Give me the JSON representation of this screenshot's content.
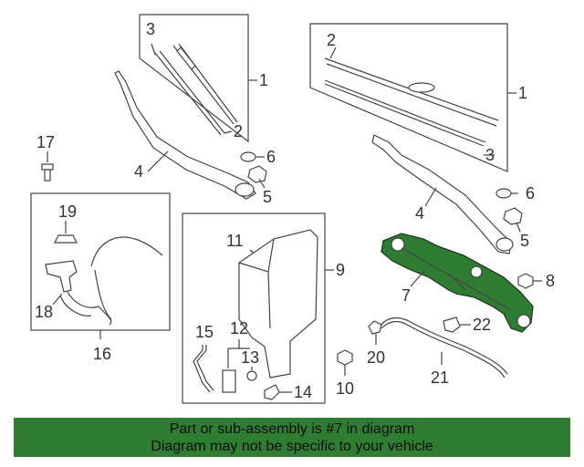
{
  "diagram": {
    "callouts": [
      "1",
      "2",
      "3",
      "4",
      "5",
      "6",
      "7",
      "8",
      "9",
      "10",
      "11",
      "12",
      "13",
      "14",
      "15",
      "16",
      "17",
      "18",
      "19",
      "20",
      "21",
      "22"
    ],
    "highlight_color": "#2e7d32"
  },
  "banner": {
    "line1": "Part or sub-assembly is #7 in diagram",
    "line2": "Diagram may not be specific to your vehicle",
    "background": "#2e7d32"
  }
}
